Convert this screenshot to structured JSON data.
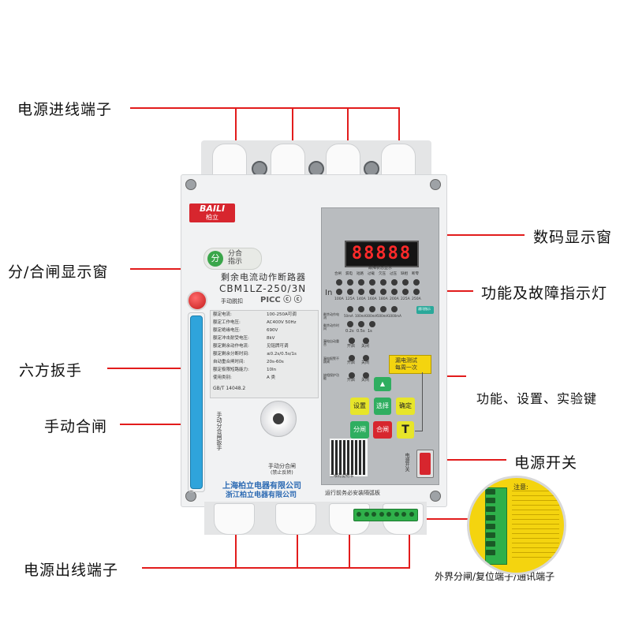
{
  "callouts": {
    "power_in": "电源进线端子",
    "display_window": "数码显示窗",
    "open_close_window": "分/合闸显示窗",
    "indicator_lights": "功能及故障指示灯",
    "hex_wrench": "六方扳手",
    "function_keys": "功能、设置、实验键",
    "manual_close": "手动合闸",
    "power_switch": "电源开关",
    "power_out": "电源出线端子",
    "external_terminals": "外界分闸/复位端子/通讯端子"
  },
  "device": {
    "brand": "BAILI",
    "brand_cn": "柏立",
    "indicator_badge": "分",
    "indicator_text_1": "分合",
    "indicator_text_2": "指示",
    "product_name": "剩余电流动作断路器",
    "model": "CBM1LZ-250/3N",
    "manual_release": "手动脱扣",
    "cert_marks": "PICC ⓒ ⓒ",
    "specs": [
      {
        "k": "额定电流:",
        "v": "100-250A可调"
      },
      {
        "k": "额定工作电压:",
        "v": "AC400V 50Hz"
      },
      {
        "k": "额定绝缘电压:",
        "v": "690V"
      },
      {
        "k": "额定冲击耐受电压:",
        "v": "8kV"
      },
      {
        "k": "额定剩余动作电流:",
        "v": "见铭牌可调"
      },
      {
        "k": "额定剩余分断时间:",
        "v": "≤0.2s/0.5s/1s"
      },
      {
        "k": "自动重合闸时间:",
        "v": "20s-60s"
      },
      {
        "k": "额定极限短路能力:",
        "v": "10In"
      },
      {
        "k": "使用类别:",
        "v": "A 类"
      }
    ],
    "standard": "GB/T 14048.2",
    "manual_vertical": "手动分合闸扳手",
    "knob_label": "手动分合闸",
    "knob_sub": "(禁止反转)",
    "company_1": "上海柏立电器有限公司",
    "company_2": "浙江柏立电器有限公司"
  },
  "panel": {
    "display_digits": "88888",
    "status_title": "故障状态显示",
    "status_labels": [
      "合闸",
      "漏电",
      "短路",
      "过载",
      "欠压",
      "过压",
      "缺相",
      "断零"
    ],
    "in_label": "In",
    "in_values": [
      "100A",
      "125A",
      "140A",
      "160A",
      "180A",
      "200A",
      "225A",
      "250A"
    ],
    "comm_label": "通讯指示",
    "leak_label_1": "剩余动作电流",
    "leak_values": [
      "50mA",
      "100mA",
      "300mA",
      "500mA",
      "1000mA"
    ],
    "time_label": "剩余动作时间",
    "time_values": [
      "0.2s",
      "0.5s",
      "1s"
    ],
    "auto_close_label": "漏电自动重合",
    "alarm_label": "漏电报警不跳闸",
    "phase_label": "缺相保护功能",
    "on_label": "开启",
    "off_label": "关闭",
    "test_line_1": "漏电测试",
    "test_line_2": "每周一次",
    "btn_set": "设置",
    "btn_select": "选择",
    "btn_confirm": "确定",
    "btn_open": "分闸",
    "btn_close": "合闸",
    "btn_t": "T",
    "qr_caption": "二维码说明书",
    "switch_label": "电源开关",
    "warning_strip": "运行前务必安装隔弧板",
    "caution_title": "注意:"
  },
  "colors": {
    "callout_line": "#e21c1c",
    "housing": "#f1f2f3",
    "panel": "#b9bcbf",
    "display_bg": "#141414",
    "wrench": "#2fa4db",
    "terminal_green": "#2fb04a",
    "brand_red": "#d7262e",
    "label_yellow": "#f4d40f"
  }
}
